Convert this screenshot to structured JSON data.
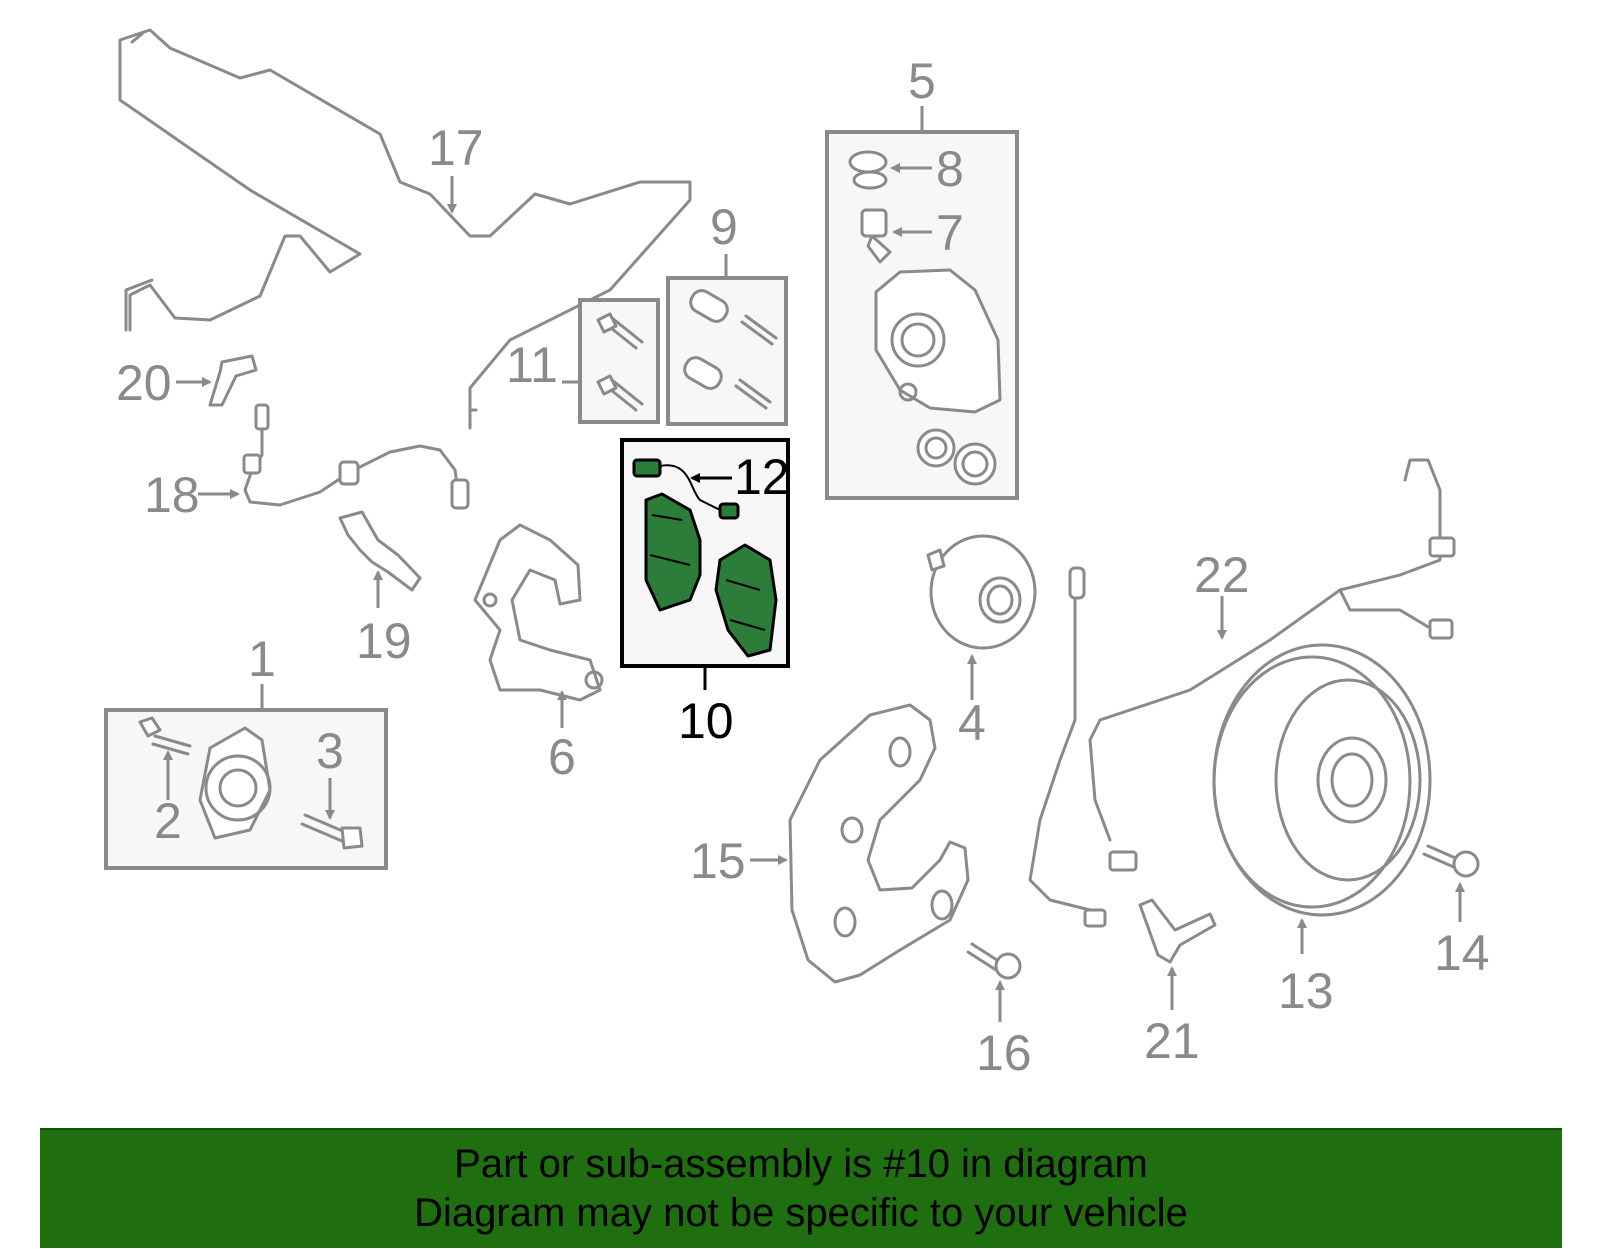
{
  "banner": {
    "line1": "Part or sub-assembly is #10 in diagram",
    "line2": "Diagram may not be specific to your vehicle"
  },
  "callouts": {
    "c1": "1",
    "c2": "2",
    "c3": "3",
    "c4": "4",
    "c5": "5",
    "c6": "6",
    "c7": "7",
    "c8": "8",
    "c9": "9",
    "c10": "10",
    "c11": "11",
    "c12": "12",
    "c13": "13",
    "c14": "14",
    "c15": "15",
    "c16": "16",
    "c17": "17",
    "c18": "18",
    "c19": "19",
    "c20": "20",
    "c21": "21",
    "c22": "22"
  },
  "highlight": {
    "part": "10",
    "color": "#2d7d3a",
    "banner_color": "#1f6f10"
  }
}
